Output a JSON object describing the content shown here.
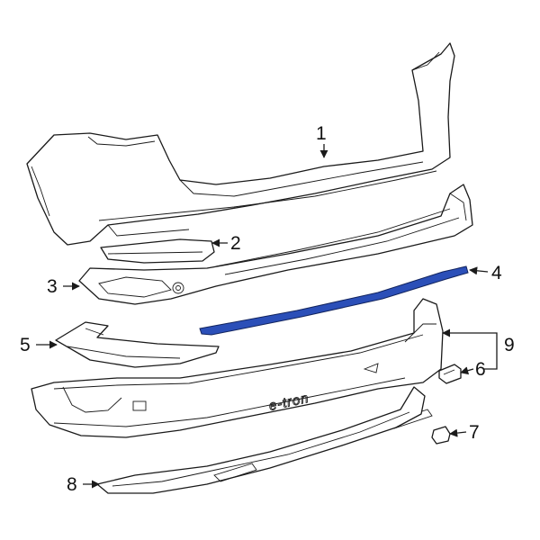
{
  "diagram": {
    "emblem_text": "e-tron",
    "highlight_color": "#2b4fb8",
    "callouts": [
      {
        "id": "1",
        "label": "1"
      },
      {
        "id": "2",
        "label": "2"
      },
      {
        "id": "3",
        "label": "3"
      },
      {
        "id": "4",
        "label": "4"
      },
      {
        "id": "5",
        "label": "5"
      },
      {
        "id": "6",
        "label": "6"
      },
      {
        "id": "7",
        "label": "7"
      },
      {
        "id": "8",
        "label": "8"
      },
      {
        "id": "9",
        "label": "9"
      }
    ]
  }
}
